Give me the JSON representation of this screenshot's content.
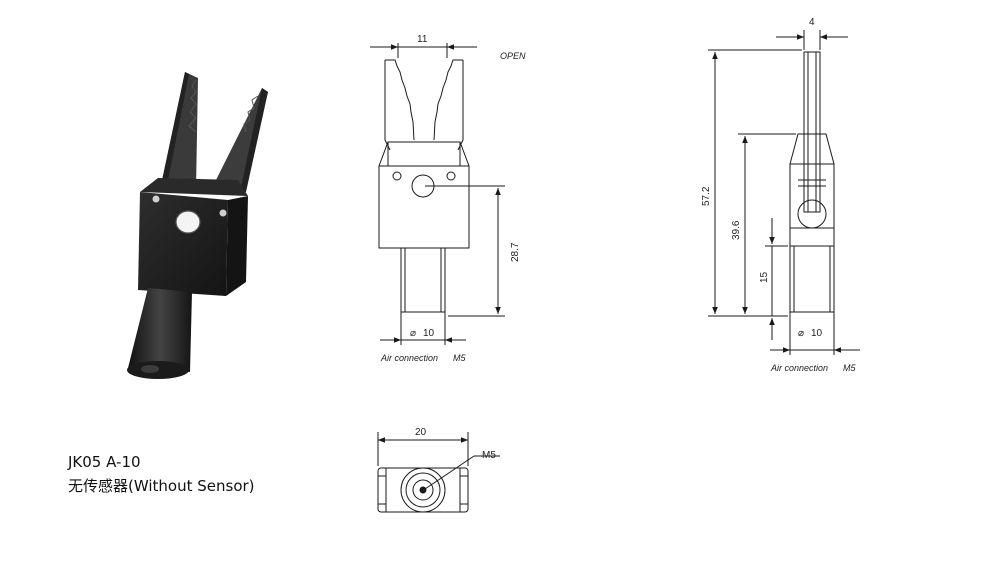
{
  "product": {
    "model": "JK05 A-10",
    "description": "无传感器(Without Sensor)"
  },
  "front_view": {
    "state_label": "OPEN",
    "jaw_width": "11",
    "height": "28.7",
    "diameter": "10",
    "diameter_symbol": "⌀",
    "air_label": "Air connection",
    "air_thread": "M5"
  },
  "side_view": {
    "finger_thickness": "4",
    "total_height": "57.2",
    "body_height": "39.6",
    "shaft_height": "15",
    "diameter": "10",
    "diameter_symbol": "⌀",
    "air_label": "Air connection",
    "air_thread": "M5"
  },
  "bottom_view": {
    "width": "20",
    "thread": "M5"
  },
  "colors": {
    "line": "#1a1a1a",
    "model_dark": "#1c1c1c",
    "model_mid": "#3a3a3a"
  }
}
